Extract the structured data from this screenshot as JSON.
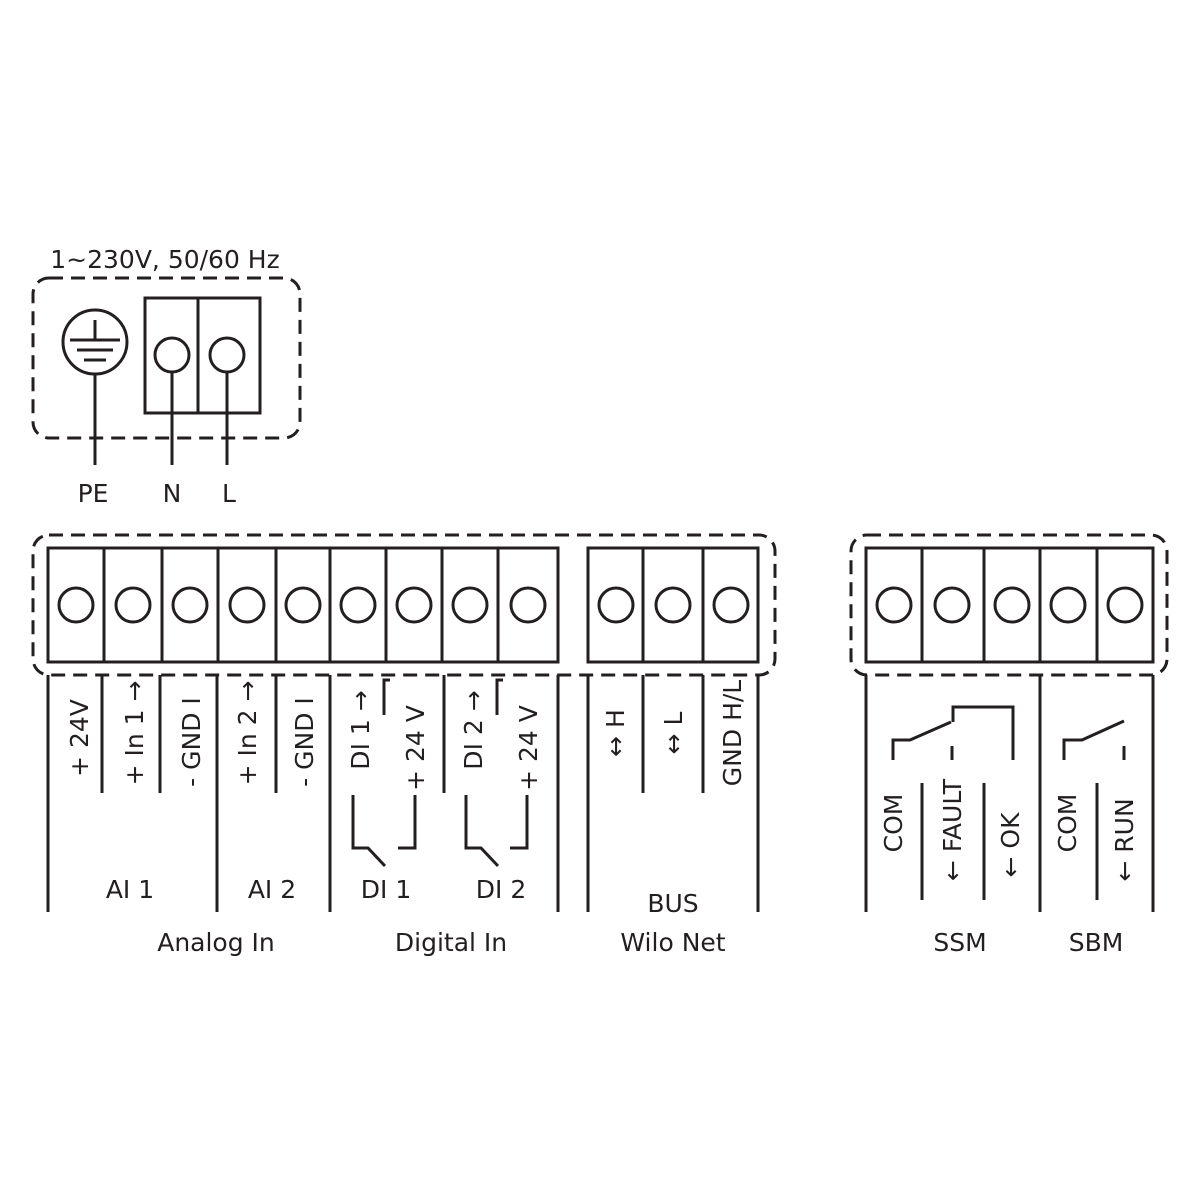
{
  "power": {
    "title": "1~230V, 50/60 Hz",
    "terminals": [
      "PE",
      "N",
      "L"
    ]
  },
  "io_block": {
    "terminal_labels": [
      "+ 24V",
      "+ In 1 →",
      "- GND I",
      "+ In 2 →",
      "- GND I",
      "DI 1 →",
      "+ 24 V",
      "DI 2 →",
      "+ 24 V",
      "↔ H",
      "↔ L",
      "GND H/L"
    ],
    "group_labels": [
      "AI 1",
      "AI 2",
      "DI 1",
      "DI 2",
      "BUS"
    ],
    "section_labels": [
      "Analog In",
      "Digital In",
      "Wilo Net"
    ]
  },
  "relay_block": {
    "terminal_labels": [
      "COM",
      "← FAULT",
      "← OK",
      "COM",
      "← RUN"
    ],
    "section_labels": [
      "SSM",
      "SBM"
    ]
  },
  "colors": {
    "line": "#231f20",
    "background": "#ffffff"
  }
}
